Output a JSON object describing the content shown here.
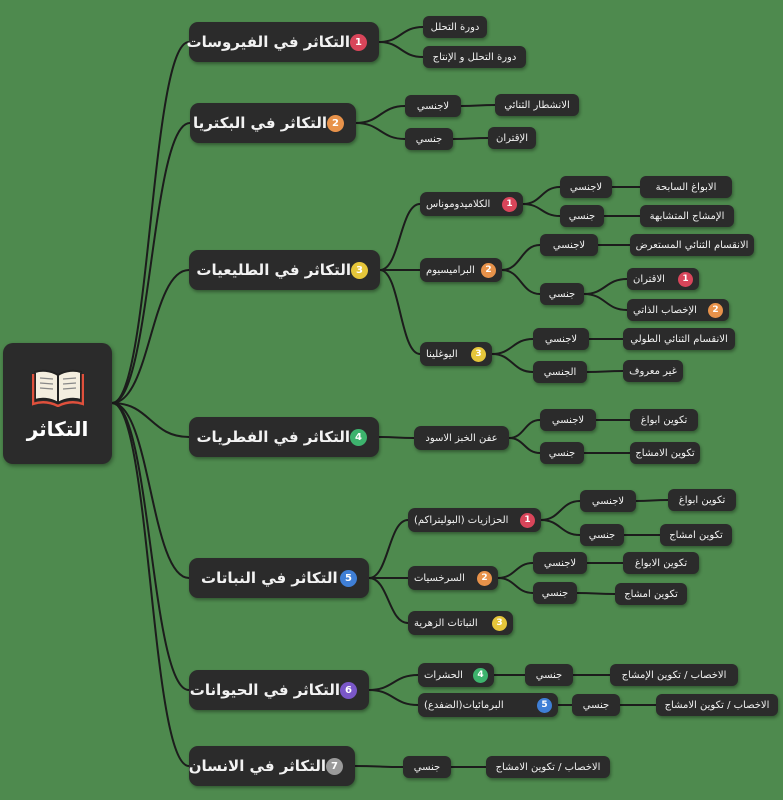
{
  "colors": {
    "background": "#4e8a4e",
    "node": "#2b2b2b",
    "text": "#f2f2f2",
    "badge_red": "#d9455a",
    "badge_orange": "#e8924a",
    "badge_yellow": "#e6c63a",
    "badge_green": "#3db36d",
    "badge_blue": "#3f7fd6",
    "badge_purple": "#7a57c8",
    "badge_gray": "#9a9a9a"
  },
  "root": {
    "title": "التكاثر",
    "icon": "open-book-icon"
  },
  "branches": [
    {
      "title": "التكاثر في الفيروسات",
      "badge": "1",
      "children": [
        "دورة التحلل",
        "دورة التحلل و الإنتاج"
      ]
    },
    {
      "title": "التكاثر في البكتريا",
      "badge": "2",
      "children": [
        {
          "label": "لاجنسي",
          "children": [
            "الانشطار الثنائي"
          ]
        },
        {
          "label": "جنسي",
          "children": [
            "الإقتران"
          ]
        }
      ]
    },
    {
      "title": "التكاثر في الطليعيات",
      "badge": "3",
      "children": [
        {
          "label": "الكلاميدوموناس",
          "badge": "1",
          "children": [
            {
              "label": "لاجنسي",
              "children": [
                "الابواغ السابحة"
              ]
            },
            {
              "label": "جنسي",
              "children": [
                "الإمشاج المتشابهة"
              ]
            }
          ]
        },
        {
          "label": "البراميسيوم",
          "badge": "2",
          "children": [
            {
              "label": "لاجنسي",
              "children": [
                "الانقسام الثنائي المستعرض"
              ]
            },
            {
              "label": "جنسي",
              "children": [
                {
                  "label": "الاقتران",
                  "badge": "1"
                },
                {
                  "label": "الإخصاب الذاتي",
                  "badge": "2"
                }
              ]
            }
          ]
        },
        {
          "label": "اليوغلينا",
          "badge": "3",
          "children": [
            {
              "label": "لاجنسي",
              "children": [
                "الانقسام الثنائي الطولي"
              ]
            },
            {
              "label": "الجنسي",
              "children": [
                "غير معروف"
              ]
            }
          ]
        }
      ]
    },
    {
      "title": "التكاثر في الفطريات",
      "badge": "4",
      "children": [
        {
          "label": "عفن الخبز الاسود",
          "children": [
            {
              "label": "لاجنسي",
              "children": [
                "تكوين ابواغ"
              ]
            },
            {
              "label": "جنسي",
              "children": [
                "تكوين الامشاج"
              ]
            }
          ]
        }
      ]
    },
    {
      "title": "التكاثر في النباتات",
      "badge": "5",
      "children": [
        {
          "label": "الحزازيات (البوليتراكم)",
          "badge": "1",
          "children": [
            {
              "label": "لاجنسي",
              "children": [
                "تكوين ابواغ"
              ]
            },
            {
              "label": "جنسي",
              "children": [
                "تكوين امشاج"
              ]
            }
          ]
        },
        {
          "label": "السرخسيات",
          "badge": "2",
          "children": [
            {
              "label": "لاجنسي",
              "children": [
                "تكوين الابواغ"
              ]
            },
            {
              "label": "جنسي",
              "children": [
                "تكوين امشاج"
              ]
            }
          ]
        },
        {
          "label": "النباتات الزهرية",
          "badge": "3"
        }
      ]
    },
    {
      "title": "التكاثر في الحيوانات",
      "badge": "6",
      "children": [
        {
          "label": "الحشرات",
          "badge": "4",
          "children": [
            {
              "label": "جنسي",
              "children": [
                "الاخصاب / تكوين الإمشاج"
              ]
            }
          ]
        },
        {
          "label": "البرمائيات(الضفدع)",
          "badge": "5",
          "children": [
            {
              "label": "جنسي",
              "children": [
                "الاخصاب / تكوين الامشاج"
              ]
            }
          ]
        }
      ]
    },
    {
      "title": "التكاثر في الانسان",
      "badge": "7",
      "children": [
        {
          "label": "جنسي",
          "children": [
            "الاخصاب / تكوين الامشاج"
          ]
        }
      ]
    }
  ]
}
